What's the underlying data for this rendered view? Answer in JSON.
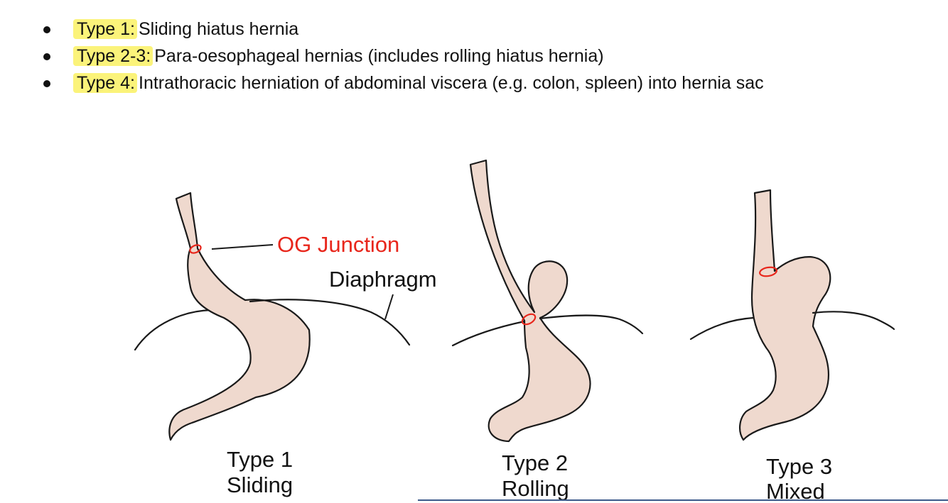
{
  "bullets": [
    {
      "label": "Type 1:",
      "text": "Sliding hiatus hernia"
    },
    {
      "label": "Type 2-3:",
      "text": "Para-oesophageal hernias (includes rolling hiatus hernia)"
    },
    {
      "label": "Type 4:",
      "text": "Intrathoracic herniation of abdominal viscera (e.g. colon, spleen) into hernia sac"
    }
  ],
  "highlight_color": "#fbf37a",
  "diagram": {
    "labels": {
      "og_junction": "OG Junction",
      "diaphragm": "Diaphragm"
    },
    "og_junction_color": "#e8261b",
    "stomach_color": "#efd9ce",
    "panels": [
      {
        "type": "Type 1",
        "name": "Sliding"
      },
      {
        "type": "Type 2",
        "name": "Rolling"
      },
      {
        "type": "Type 3",
        "name": "Mixed"
      }
    ]
  }
}
